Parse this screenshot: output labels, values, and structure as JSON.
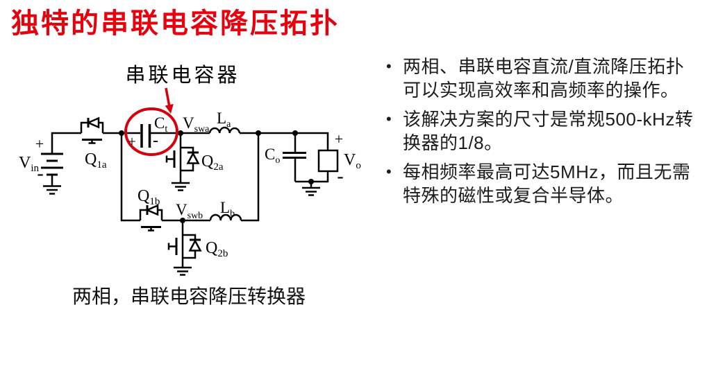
{
  "title": "独特的串联电容降压拓扑",
  "diagram": {
    "callout_label": "串联电容器",
    "caption": "两相，串联电容降压转换器",
    "labels": {
      "vin": {
        "main": "V",
        "sub": "in"
      },
      "q1a": {
        "main": "Q",
        "sub": "1a"
      },
      "ct": {
        "main": "C",
        "sub": "t"
      },
      "vswa": {
        "main": "V",
        "sub": "swa"
      },
      "la": {
        "main": "L",
        "sub": "a"
      },
      "q2a": {
        "main": "Q",
        "sub": "2a"
      },
      "q1b": {
        "main": "Q",
        "sub": "1b"
      },
      "vswb": {
        "main": "V",
        "sub": "swb"
      },
      "lb": {
        "main": "L",
        "sub": "b"
      },
      "q2b": {
        "main": "Q",
        "sub": "2b"
      },
      "co": {
        "main": "C",
        "sub": "o"
      },
      "vo": {
        "main": "V",
        "sub": "o"
      }
    },
    "polarity": {
      "plus": "+",
      "minus": "-"
    }
  },
  "bullets": {
    "marker": "•",
    "items": [
      {
        "lines": [
          "两相、串联电容直流/直流降压拓扑",
          "可以实现高效率和高频率的操作。"
        ]
      },
      {
        "lines": [
          "该解决方案的尺寸是常规500-kHz转",
          "换器的1/8。"
        ]
      },
      {
        "lines": [
          "每相频率最高可达5MHz，而且无需",
          "特殊的磁性或复合半导体。"
        ]
      }
    ]
  },
  "colors": {
    "title_red": "#e8000d",
    "annotation_red": "#d6000d",
    "circuit_ink": "#000000",
    "body_text": "#1c1c1c",
    "background": "#ffffff"
  }
}
